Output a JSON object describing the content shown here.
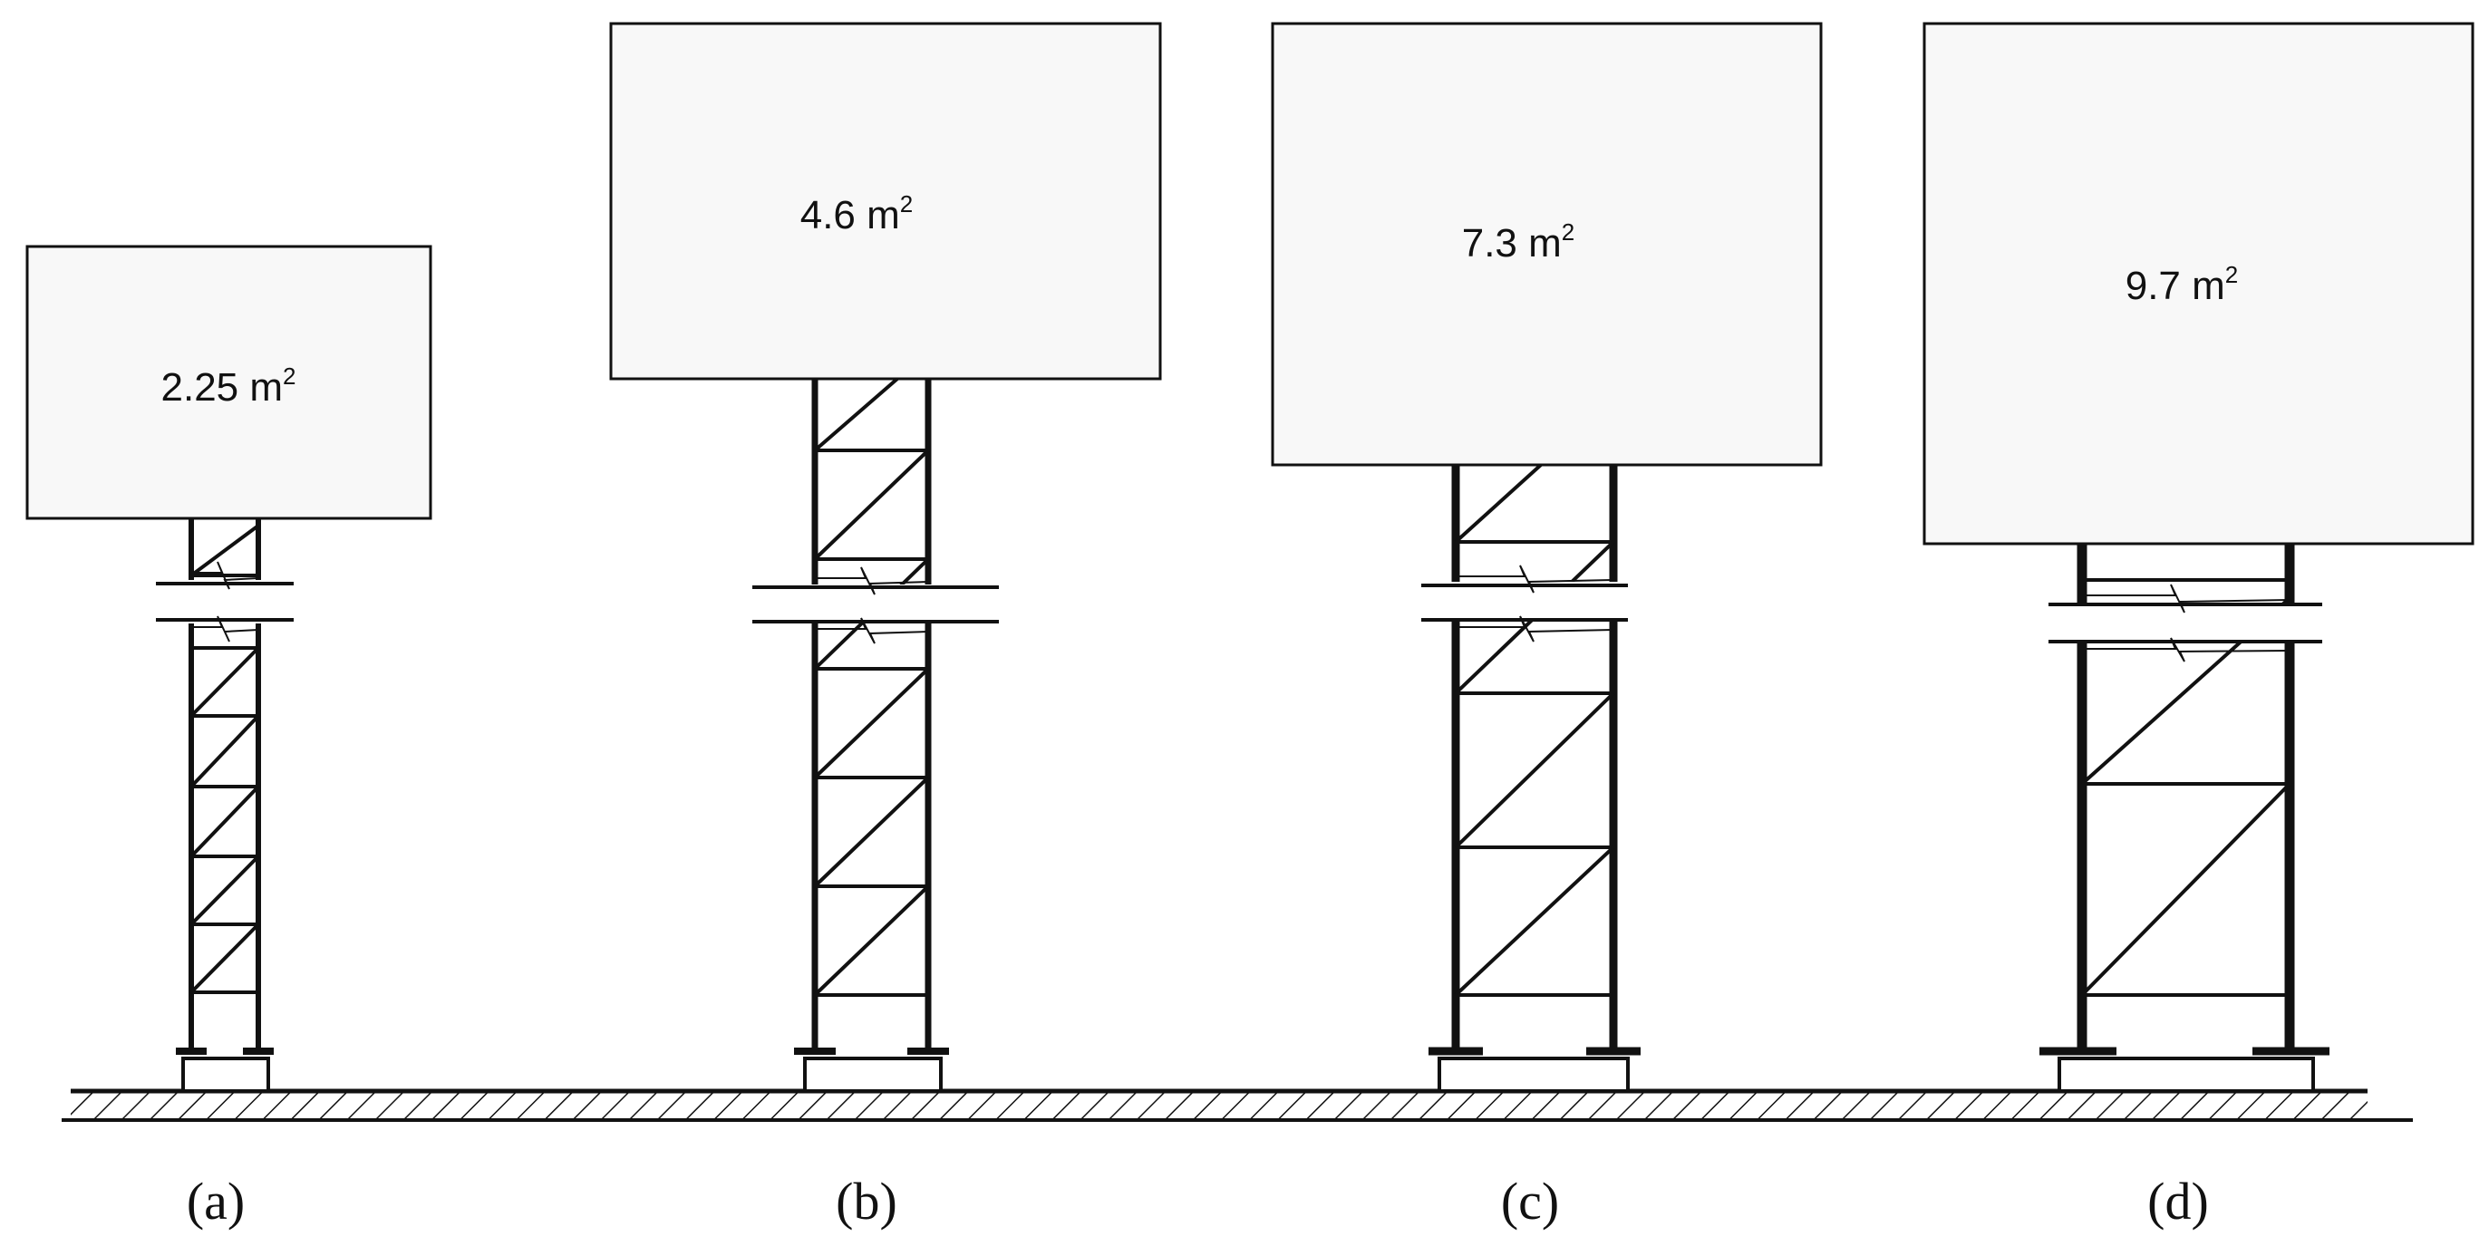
{
  "figure": {
    "signs": [
      {
        "id": "a",
        "area_value": "2.25 m",
        "area_sup": "2",
        "caption": "(a)"
      },
      {
        "id": "b",
        "area_value": "4.6 m",
        "area_sup": "2",
        "caption": "(b)"
      },
      {
        "id": "c",
        "area_value": "7.3 m",
        "area_sup": "2",
        "caption": "(c)"
      },
      {
        "id": "d",
        "area_value": "9.7 m",
        "area_sup": "2",
        "caption": "(d)"
      }
    ]
  },
  "colors": {
    "ink": "#111111",
    "panel_fill": "#f8f8f8",
    "background": "#ffffff"
  }
}
